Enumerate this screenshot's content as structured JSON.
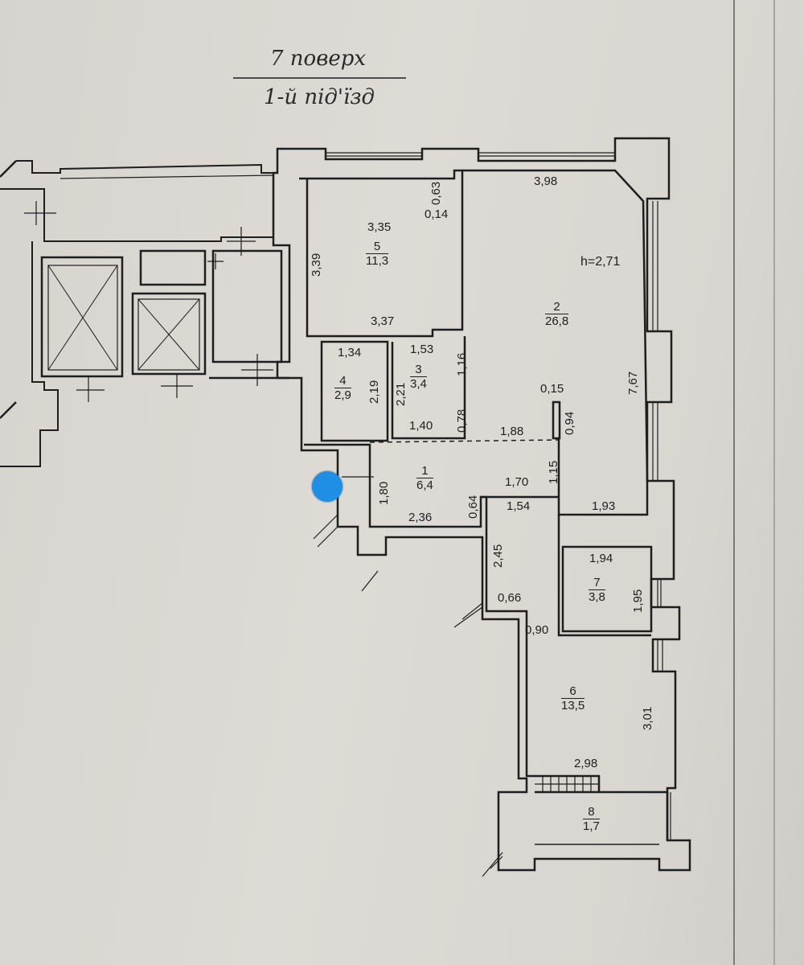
{
  "heading": {
    "floor": "7 поверх",
    "entrance": "1-й під'їзд"
  },
  "ceiling_height": "h=2,71",
  "rooms": [
    {
      "number": "1",
      "area": "6,4"
    },
    {
      "number": "2",
      "area": "26,8"
    },
    {
      "number": "3",
      "area": "3,4"
    },
    {
      "number": "4",
      "area": "2,9"
    },
    {
      "number": "5",
      "area": "11,3"
    },
    {
      "number": "6",
      "area": "13,5"
    },
    {
      "number": "7",
      "area": "3,8"
    },
    {
      "number": "8",
      "area": "1,7"
    }
  ],
  "dimensions": {
    "d_3_98": "3,98",
    "d_0_63": "0,63",
    "d_0_14": "0,14",
    "d_3_35": "3,35",
    "d_3_39": "3,39",
    "d_3_37": "3,37",
    "d_1_34": "1,34",
    "d_1_53": "1,53",
    "d_1_16": "1,16",
    "d_2_19": "2,19",
    "d_2_21": "2,21",
    "d_0_78": "0,78",
    "d_1_40": "1,40",
    "d_0_15": "0,15",
    "d_0_94": "0,94",
    "d_1_88": "1,88",
    "d_7_67": "7,67",
    "d_1_15": "1,15",
    "d_1_80": "1,80",
    "d_1_70": "1,70",
    "d_1_54": "1,54",
    "d_0_64": "0,64",
    "d_2_36": "2,36",
    "d_1_93": "1,93",
    "d_2_45": "2,45",
    "d_1_94": "1,94",
    "d_1_95": "1,95",
    "d_0_66": "0,66",
    "d_0_90": "0,90",
    "d_3_01": "3,01",
    "d_2_98": "2,98"
  },
  "colors": {
    "paper": "#dcd8d3",
    "wall_line": "#1e1e1e",
    "entry_marker": "#1f8fe6"
  },
  "icons": {
    "entry_marker": "blue-dot-marker"
  }
}
